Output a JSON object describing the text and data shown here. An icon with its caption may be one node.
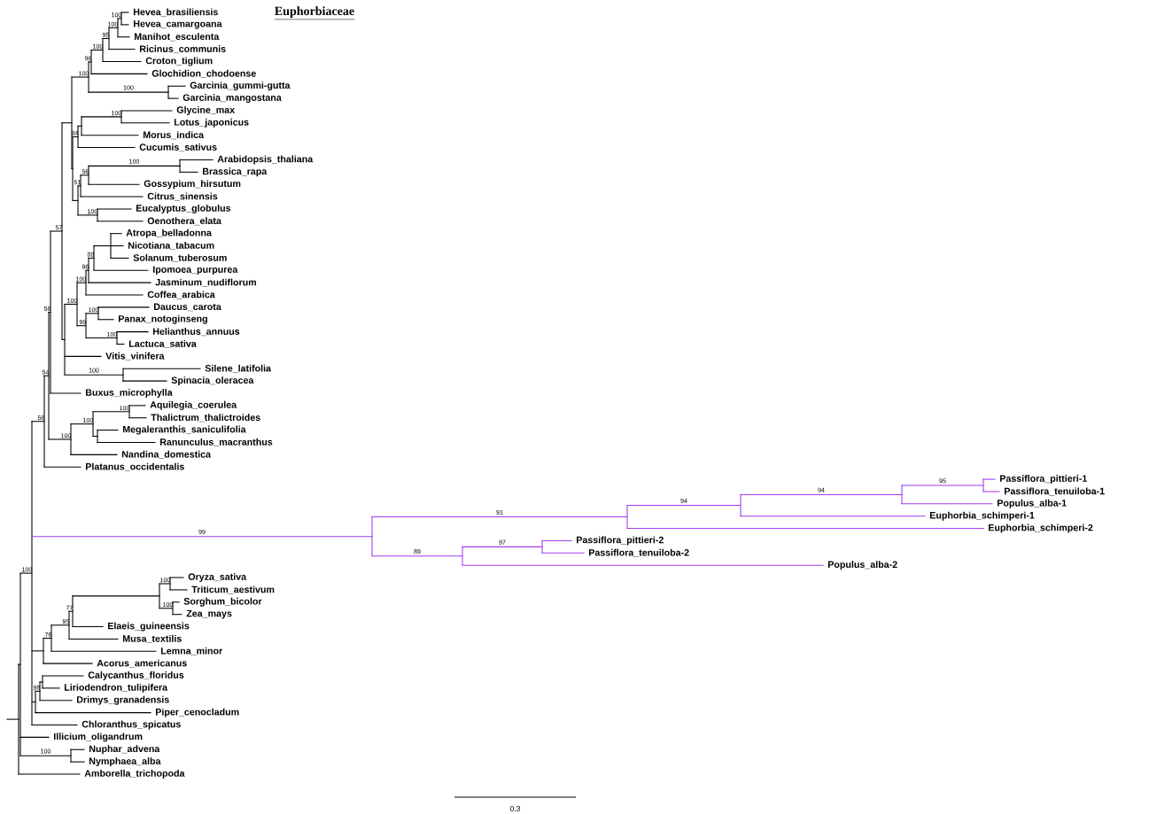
{
  "diagram": {
    "title": "Euphorbiaceae",
    "labels": [
      "Hevea_brasiliensis",
      "Hevea_camargoana",
      "Manihot_esculenta",
      "Ricinus_communis",
      "Croton_tiglium",
      "Glochidion_chodoense",
      "Garcinia_gummi-gutta",
      "Garcinia_mangostana",
      "Glycine_max",
      "Lotus_japonicus",
      "Morus_indica",
      "Cucumis_sativus",
      "Arabidopsis_thaliana",
      "Brassica_rapa",
      "Gossypium_hirsutum",
      "Citrus_sinensis",
      "Eucalyptus_globulus",
      "Oenothera_elata",
      "Atropa_belladonna",
      "Nicotiana_tabacum",
      "Solanum_tuberosum",
      "Ipomoea_purpurea",
      "Jasminum_nudiflorum",
      "Coffea_arabica",
      "Daucus_carota",
      "Panax_notoginseng",
      "Helianthus_annuus",
      "Lactuca_sativa",
      "Vitis_vinifera",
      "Silene_latifolia",
      "Spinacia_oleracea",
      "Buxus_microphylla",
      "Aquilegia_coerulea",
      "Thalictrum_thalictroides",
      "Megaleranthis_saniculifolia",
      "Ranunculus_macranthus",
      "Nandina_domestica",
      "Platanus_occidentalis",
      "Passiflora_pittieri-1",
      "Passiflora_tenuiloba-1",
      "Populus_alba-1",
      "Euphorbia_schimperi-1",
      "Euphorbia_schimperi-2",
      "Passiflora_pittieri-2",
      "Passiflora_tenuiloba-2",
      "Populus_alba-2",
      "Oryza_sativa",
      "Triticum_aestivum",
      "Sorghum_bicolor",
      "Zea_mays",
      "Elaeis_guineensis",
      "Musa_textilis",
      "Lemna_minor",
      "Acorus_americanus",
      "Calycanthus_floridus",
      "Liriodendron_tulipifera",
      "Drimys_granadensis",
      "Piper_cenocladum",
      "Chloranthus_spicatus",
      "Illicium_oligandrum",
      "Nuphar_advena",
      "Nymphaea_alba",
      "Amborella_trichopoda",
      "100",
      "56",
      "54",
      "58",
      "57",
      "100",
      "96",
      "100",
      "95",
      "100",
      "100",
      "100",
      "84",
      "100",
      "51",
      "56",
      "100",
      "100",
      "100",
      "100",
      "96",
      "88",
      "99",
      "100",
      "100",
      "100",
      "100",
      "100",
      "100",
      "99",
      "91",
      "94",
      "94",
      "95",
      "89",
      "97",
      "76",
      "95",
      "77",
      "100",
      "100",
      "98",
      "100",
      "0.3"
    ]
  }
}
